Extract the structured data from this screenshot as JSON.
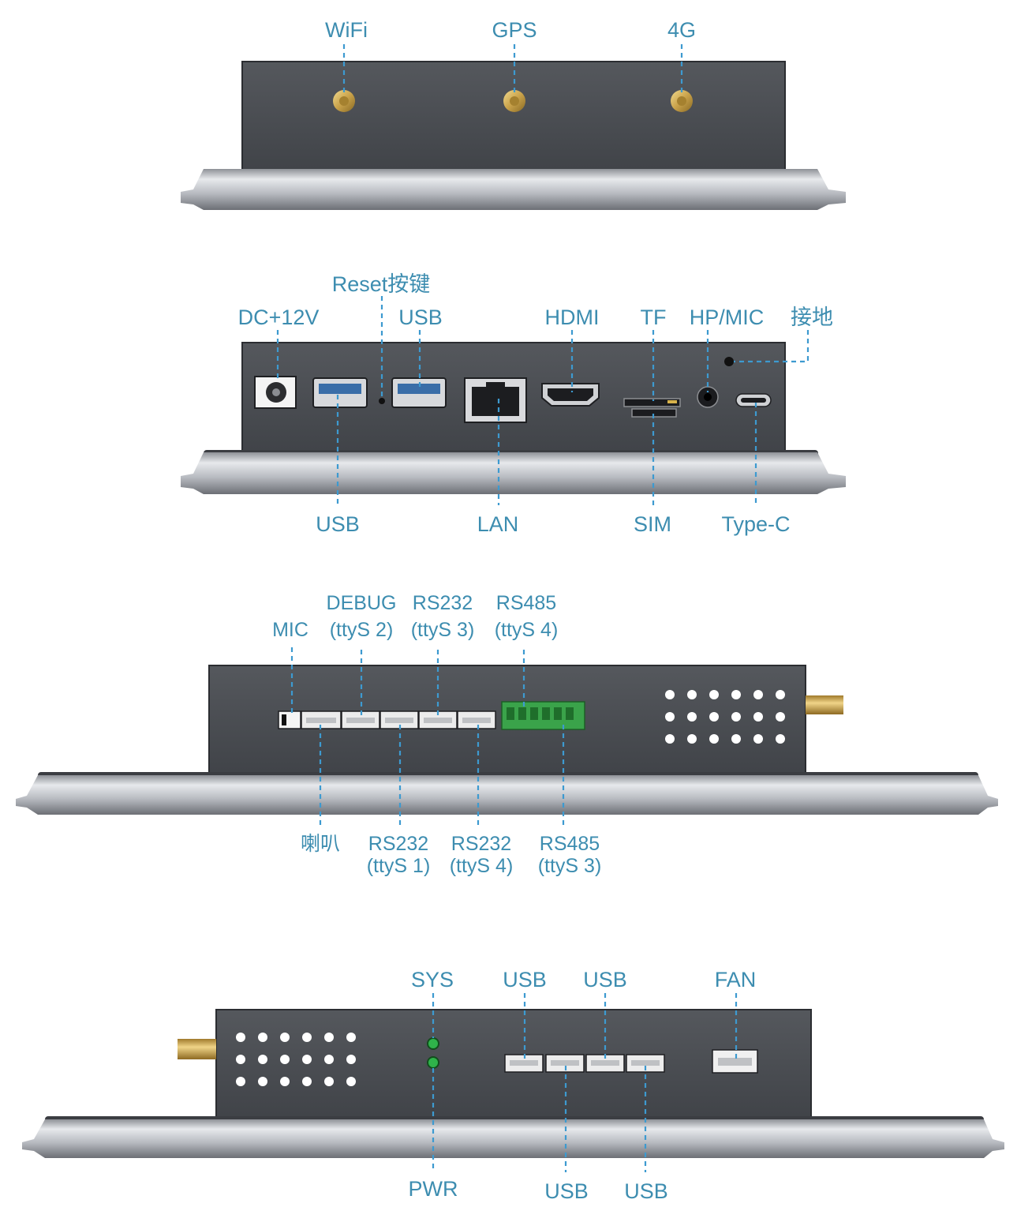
{
  "panels": {
    "top": {
      "labels": {
        "wifi": "WiFi",
        "gps": "GPS",
        "lte": "4G"
      }
    },
    "io": {
      "labels_top": {
        "reset": "Reset按键",
        "dc": "DC+12V",
        "usb_upper": "USB",
        "hdmi": "HDMI",
        "tf": "TF",
        "hp_mic": "HP/MIC",
        "ground": "接地"
      },
      "labels_bottom": {
        "usb_lower": "USB",
        "lan": "LAN",
        "sim": "SIM",
        "type_c": "Type-C"
      }
    },
    "side_left": {
      "labels_top": {
        "mic": "MIC",
        "debug_1": "DEBUG",
        "debug_2": "(ttyS 2)",
        "rs232_a_1": "RS232",
        "rs232_a_2": "(ttyS 3)",
        "rs485_a_1": "RS485",
        "rs485_a_2": "(ttyS 4)"
      },
      "labels_bottom": {
        "speaker": "喇叭",
        "rs232_b_1": "RS232",
        "rs232_b_2": "(ttyS 1)",
        "rs232_c_1": "RS232",
        "rs232_c_2": "(ttyS 4)",
        "rs485_b_1": "RS485",
        "rs485_b_2": "(ttyS 3)"
      }
    },
    "side_right": {
      "labels_top": {
        "sys": "SYS",
        "usb_a": "USB",
        "usb_b": "USB",
        "fan": "FAN"
      },
      "labels_bottom": {
        "pwr": "PWR",
        "usb_c": "USB",
        "usb_d": "USB"
      }
    }
  },
  "colors": {
    "label": "#3d8db0",
    "leader": "#3d9ad0",
    "housing": "#474a4f",
    "bezel": "#b9bcc1",
    "terminal_green": "#3aa34a",
    "antenna_gold": "#c9a24a",
    "led_green": "#2fb34a"
  },
  "icons": [
    "antenna-connector-icon",
    "dc-jack-icon",
    "usb-port-icon",
    "rj45-port-icon",
    "hdmi-port-icon",
    "tf-slot-icon",
    "audio-jack-icon",
    "type-c-port-icon",
    "terminal-block-icon",
    "vent-holes-icon",
    "led-icon",
    "fan-connector-icon"
  ]
}
